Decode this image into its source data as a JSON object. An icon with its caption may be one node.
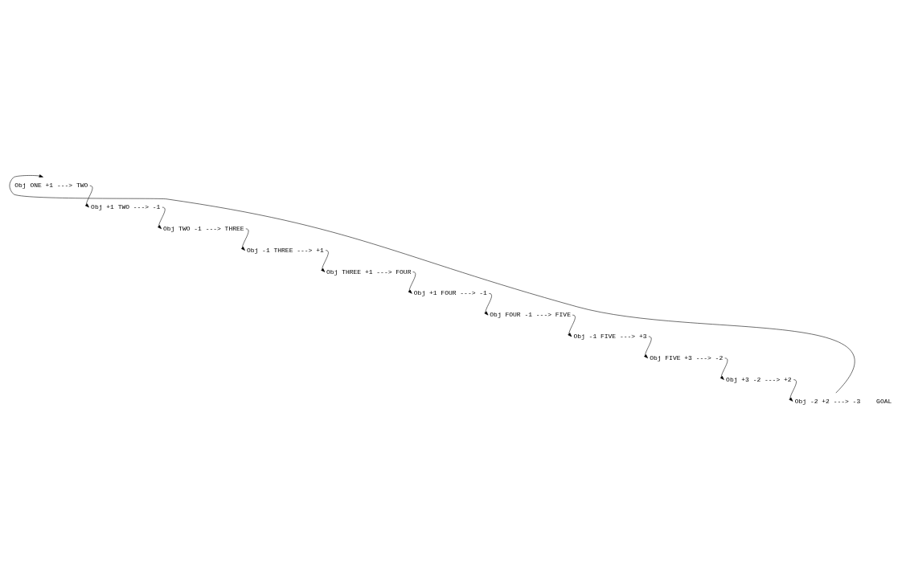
{
  "diagram": {
    "nodes": [
      {
        "text": [
          "Obj ONE +1 ---> TWO"
        ]
      },
      {
        "text": [
          "Obj +1 TWO ---> -1"
        ]
      },
      {
        "text": [
          "Obj TWO -1 ---> THREE"
        ]
      },
      {
        "text": [
          "Obj -1 THREE ---> +1"
        ]
      },
      {
        "text": [
          "Obj THREE +1 ---> FOUR"
        ]
      },
      {
        "text": [
          "Obj +1 FOUR ---> -1"
        ]
      },
      {
        "text": [
          "Obj FOUR -1 ---> FIVE"
        ]
      },
      {
        "text": [
          "Obj -1 FIVE ---> +3"
        ]
      },
      {
        "text": [
          "Obj FIVE +3 ---> -2"
        ]
      },
      {
        "text": [
          "Obj +3 -2 ---> +2"
        ]
      },
      {
        "text": [
          "Obj -2 +2 ---> -3"
        ],
        "beside": [
          "GOAL"
        ]
      }
    ],
    "edges": [
      {
        "from": 0,
        "to": 1,
        "arrow": "to"
      },
      {
        "from": 1,
        "to": 2,
        "arrow": "to"
      },
      {
        "from": 2,
        "to": 3,
        "arrow": "to"
      },
      {
        "from": 3,
        "to": 4,
        "arrow": "to"
      },
      {
        "from": 4,
        "to": 5,
        "arrow": "to"
      },
      {
        "from": 5,
        "to": 6,
        "arrow": "to"
      },
      {
        "from": 6,
        "to": 7,
        "arrow": "to"
      },
      {
        "from": 7,
        "to": 8,
        "arrow": "to"
      },
      {
        "from": 8,
        "to": 9,
        "arrow": "to"
      },
      {
        "from": 9,
        "to": 10,
        "arrow": "to"
      },
      {
        "from": 10,
        "to": 0,
        "arrow": "to"
      }
    ]
  }
}
